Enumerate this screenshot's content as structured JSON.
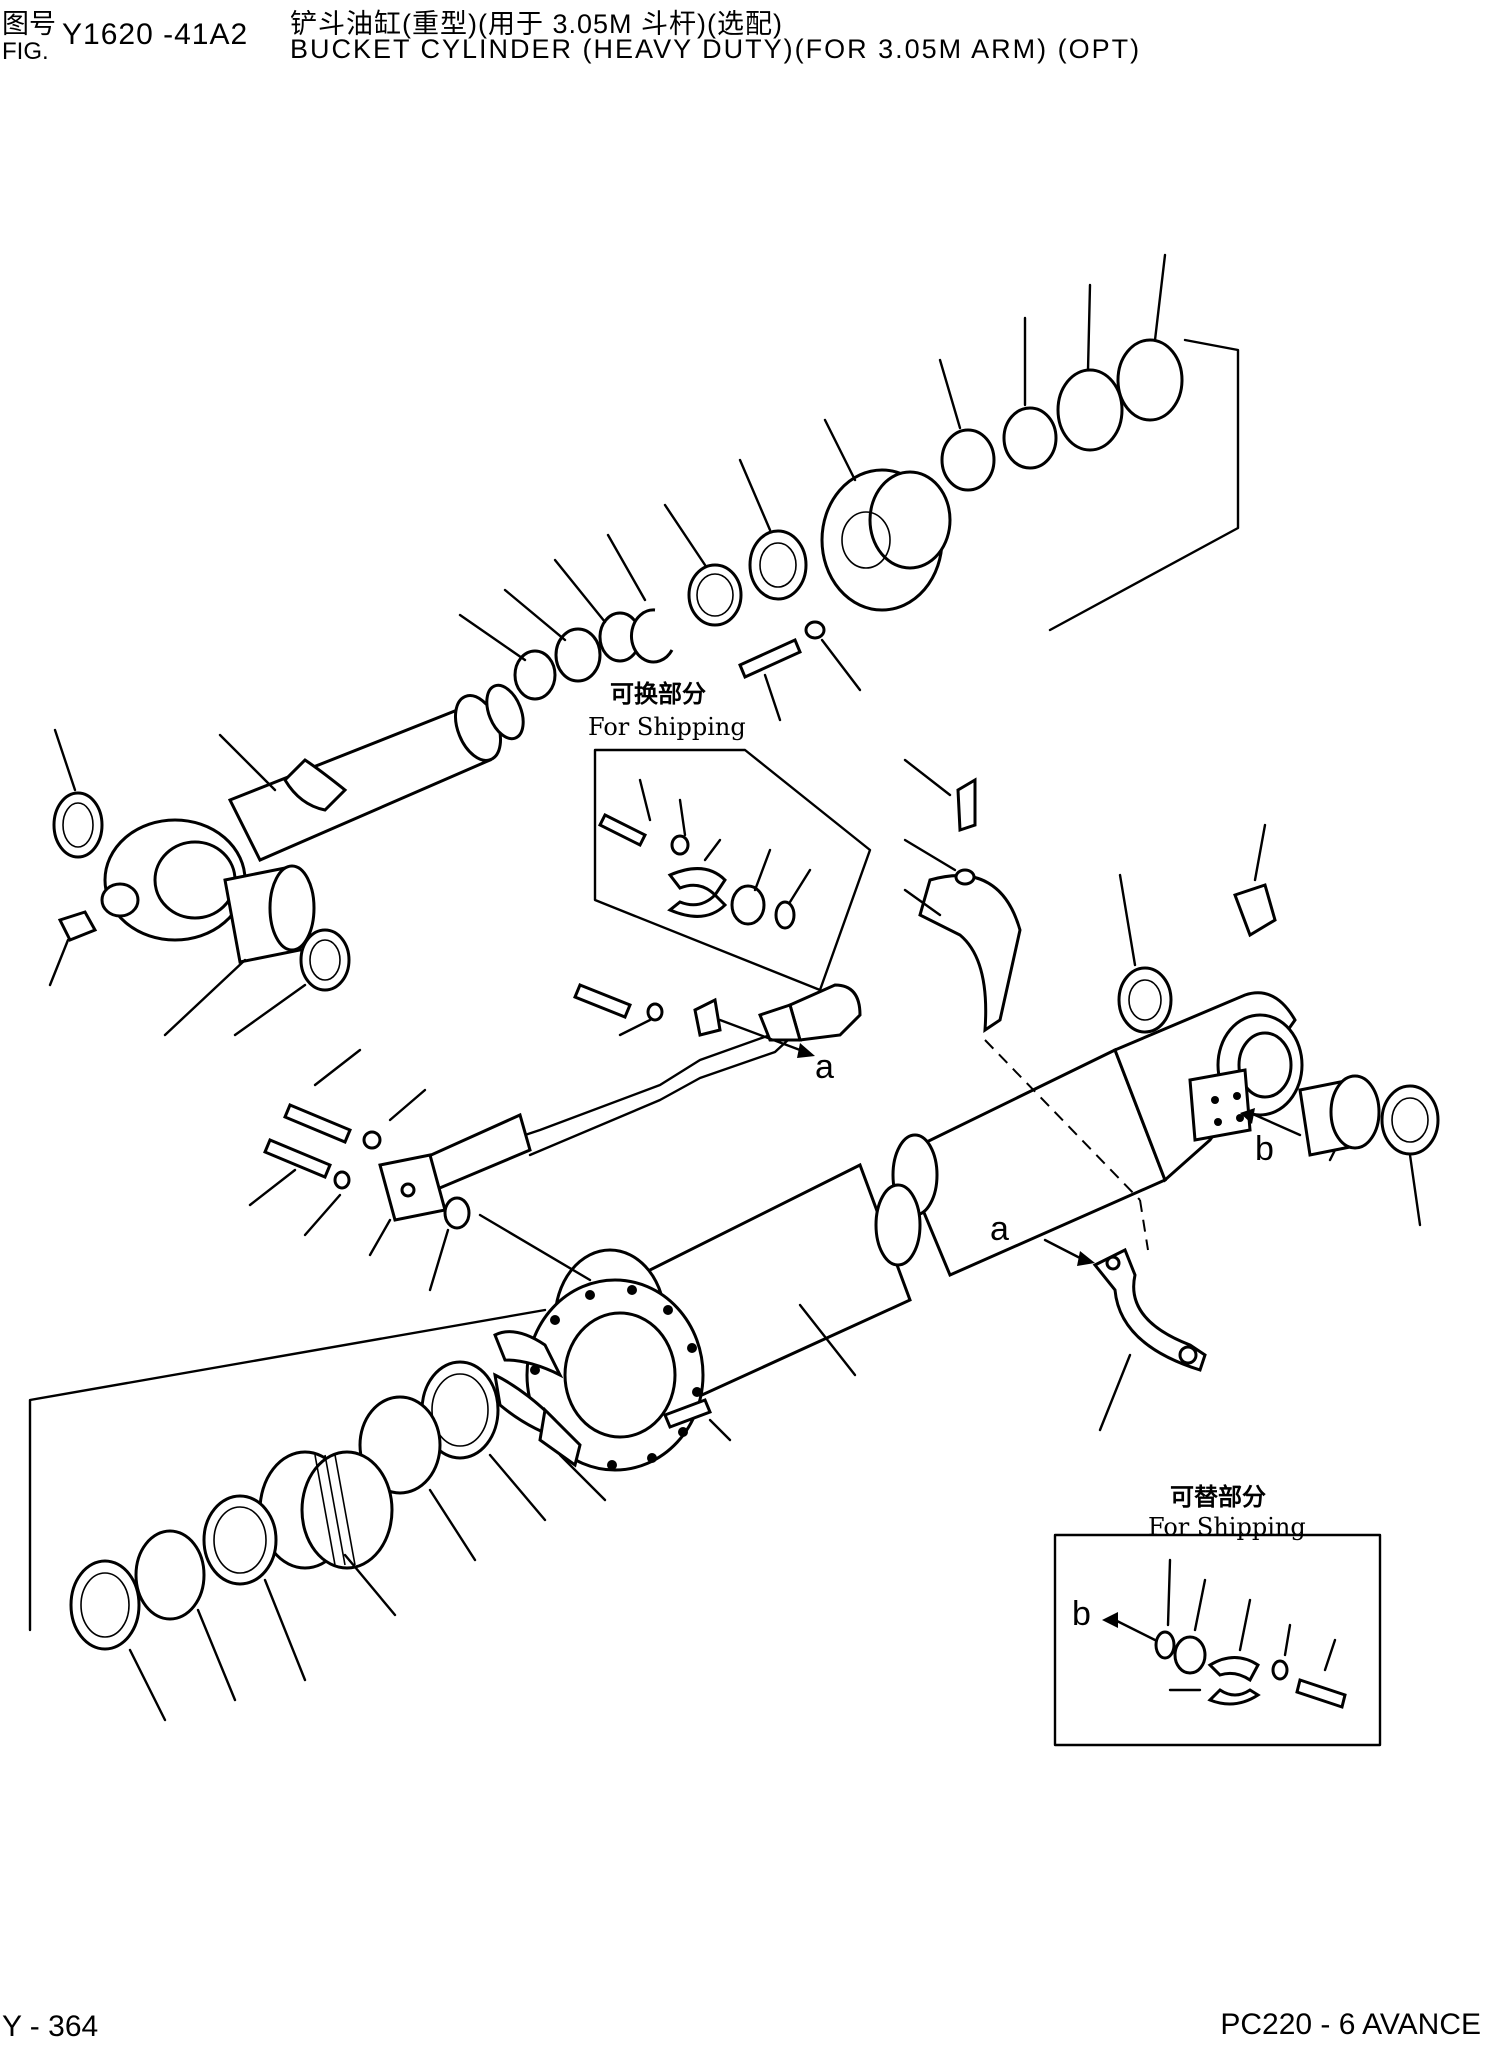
{
  "header": {
    "fig_label_cn": "图号",
    "fig_label_en": "FIG.",
    "figure_number": "Y1620 -41A2",
    "title_cn": "铲斗油缸(重型)(用于 3.05M 斗杆)(选配)",
    "title_en": "BUCKET CYLINDER (HEAVY DUTY)(FOR 3.05M ARM) (OPT)"
  },
  "callouts": {
    "shipping_upper": {
      "cn": "可换部分",
      "en": "For Shipping"
    },
    "shipping_lower": {
      "cn": "可替部分",
      "en": "For Shipping"
    },
    "ref_a": "a",
    "ref_b": "b"
  },
  "footer": {
    "page": "Y - 364",
    "model": "PC220 - 6 AVANCE"
  }
}
